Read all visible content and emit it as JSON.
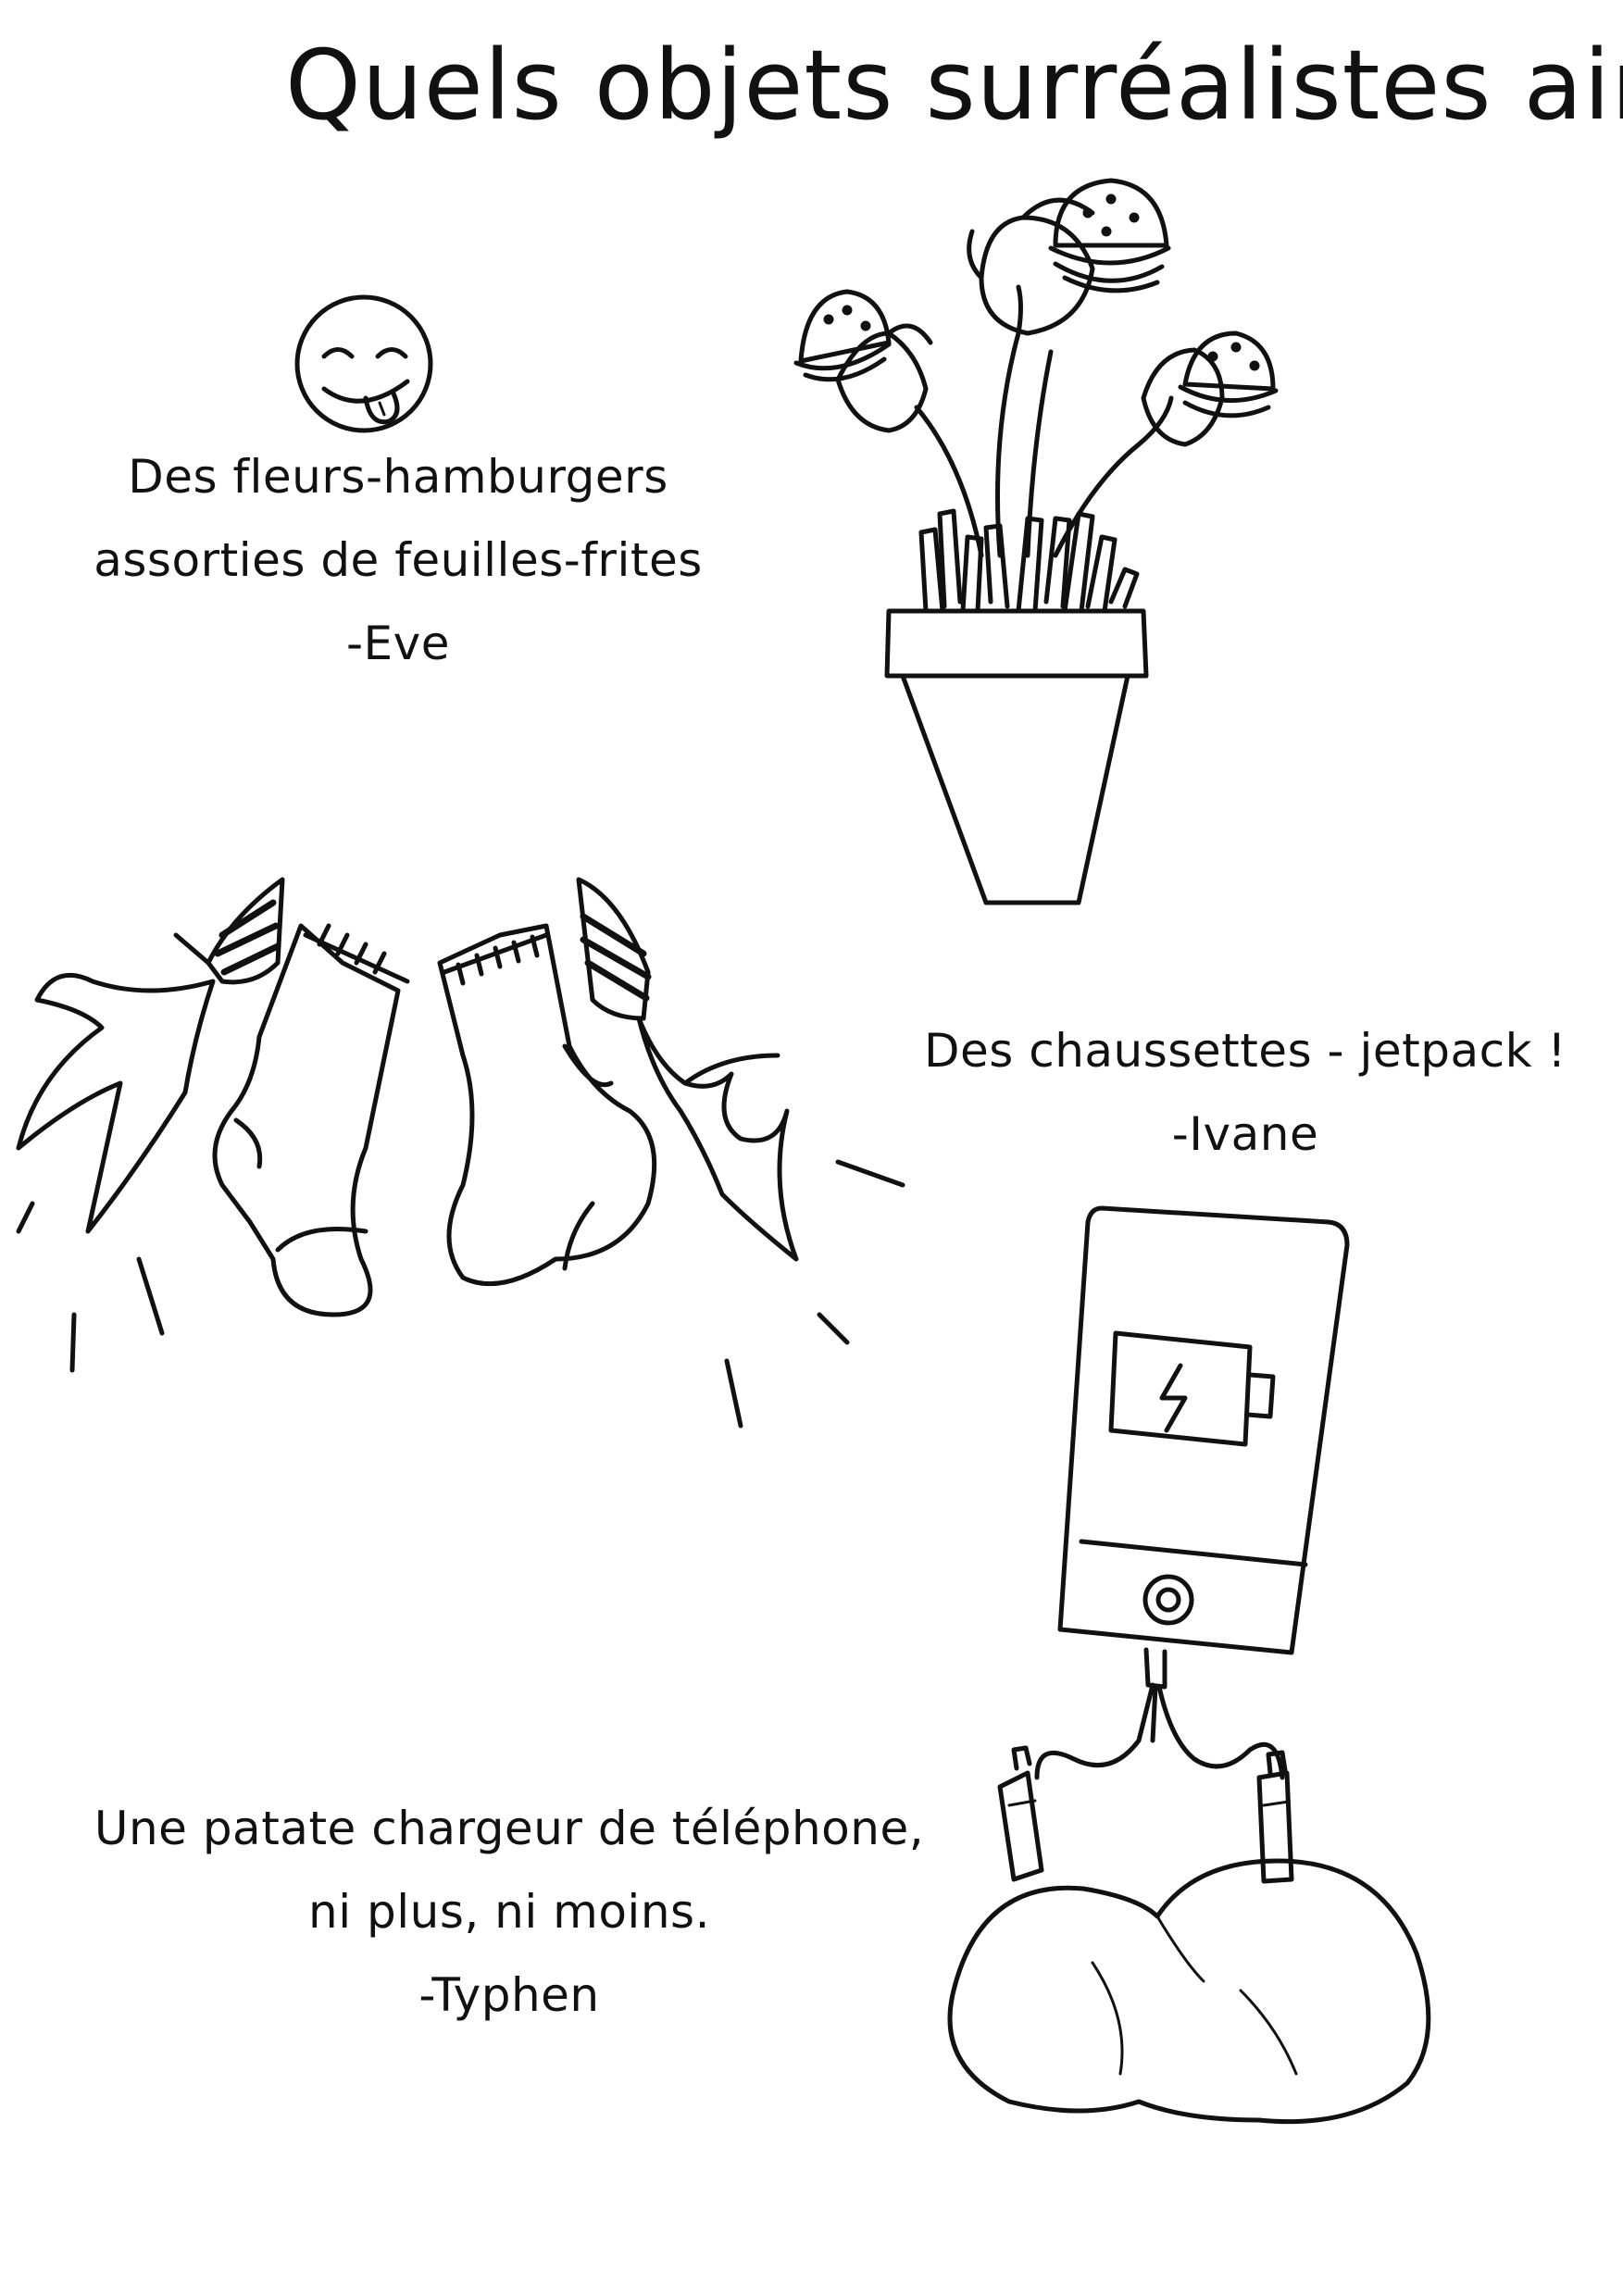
{
  "title": "Quels objets surréalistes aimerie",
  "entries": [
    {
      "id": "eve",
      "lines": [
        "Des fleurs-hamburgers",
        "assorties de feuilles-frites"
      ],
      "author": "-Eve"
    },
    {
      "id": "ivane",
      "lines": [
        "Des chaussettes - jetpack !"
      ],
      "author": "-Ivane"
    },
    {
      "id": "typhen",
      "lines": [
        "Une patate chargeur de téléphone,",
        "ni plus, ni moins."
      ],
      "author": "-Typhen"
    }
  ],
  "illustrations": [
    "smiley-tongue-icon",
    "hamburger-flower-pot-drawing",
    "jetpack-socks-drawing",
    "phone-battery-icon",
    "potato-charger-drawing"
  ]
}
